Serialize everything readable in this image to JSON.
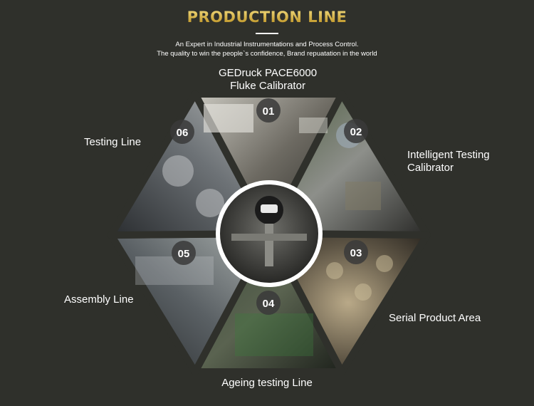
{
  "header": {
    "title": "PRODUCTION LINE",
    "subtitle_line1": "An Expert in Industrial Instrumentations and Process Control.",
    "subtitle_line2": "The quality to win the people`s confidence, Brand repuatation in the world"
  },
  "segments": [
    {
      "number": "01",
      "label_line1": "GEDruck PACE6000",
      "label_line2": "Fluke Calibrator"
    },
    {
      "number": "02",
      "label_line1": "Intelligent Testing",
      "label_line2": "Calibrator"
    },
    {
      "number": "03",
      "label_line1": "Serial Product Area",
      "label_line2": ""
    },
    {
      "number": "04",
      "label_line1": "Ageing testing Line",
      "label_line2": ""
    },
    {
      "number": "05",
      "label_line1": "Assembly Line",
      "label_line2": ""
    },
    {
      "number": "06",
      "label_line1": "Testing Line",
      "label_line2": ""
    }
  ],
  "colors": {
    "background": "#2f302b",
    "title_gold": "#d9b84a",
    "badge": "#3a3a3a"
  }
}
